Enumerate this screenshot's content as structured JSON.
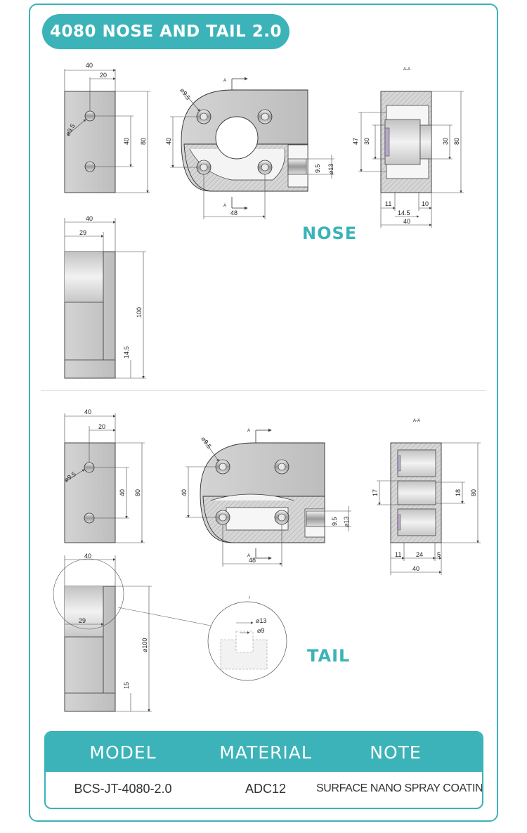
{
  "header": {
    "title": "4080 NOSE AND TAIL 2.0"
  },
  "sections": {
    "nose_label": "NOSE",
    "tail_label": "TAIL"
  },
  "nose_dims": {
    "front_width": "40",
    "hole_offset": "20",
    "hole_dia": "⌀9.5",
    "hole_pitch": "40",
    "height": "80",
    "top_width": "40",
    "top_inner": "29",
    "top_height": "100",
    "top_step": "14.5",
    "main_hole_dia": "⌀9.5",
    "main_height": "40",
    "main_width": "48",
    "pin_len": "9.5",
    "pin_dia": "⌀13",
    "sec_47": "47",
    "sec_30a": "30",
    "sec_30b": "30",
    "sec_80": "80",
    "sec_11": "11",
    "sec_14_5": "14.5",
    "sec_10": "10",
    "sec_40": "40",
    "section_marks": [
      "A",
      "A",
      "A-A"
    ]
  },
  "tail_dims": {
    "front_width": "40",
    "hole_offset": "20",
    "hole_dia": "⌀9.5",
    "hole_pitch": "40",
    "height": "80",
    "top_width": "40",
    "top_inner": "29",
    "top_height": "⌀100",
    "top_step": "15",
    "main_hole_dia": "⌀9.5",
    "main_height": "40",
    "main_width": "48",
    "pin_len": "9.5",
    "pin_dia": "⌀13",
    "sec_17": "17",
    "sec_18": "18",
    "sec_80": "80",
    "sec_11": "11",
    "sec_24": "24",
    "sec_5": "5",
    "sec_40": "40",
    "detail_dia_outer": "⌀13",
    "detail_dia_inner": "⌀9",
    "detail_mark": "I",
    "section_marks": [
      "A",
      "A",
      "A-A"
    ]
  },
  "table": {
    "headers": [
      "MODEL",
      "MATERIAL",
      "NOTE"
    ],
    "row": [
      "BCS-JT-4080-2.0",
      "ADC12",
      "SURFACE NANO SPRAY COATING"
    ]
  },
  "colors": {
    "accent": "#3bb3b8",
    "text": "#333333"
  }
}
